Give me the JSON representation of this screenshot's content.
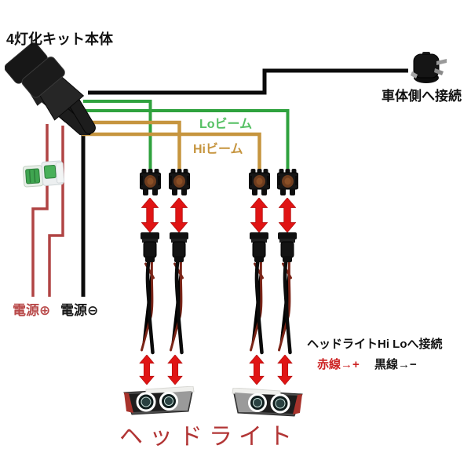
{
  "labels": {
    "kit_title": "4灯化キット本体",
    "vehicle_connect": "車体側へ接続",
    "lo_beam": "Loビーム",
    "hi_beam": "Hiビーム",
    "power_plus": "電源⊕",
    "power_minus": "電源⊖",
    "headlight_connect": "ヘッドライトHi Loへ接続",
    "red_wire_note": "赤線→+",
    "black_wire_note": "黒線→−",
    "headlight_title": "ヘッドライト"
  },
  "colors": {
    "lo_beam_wire": "#2fa23e",
    "lo_beam_text": "#55c063",
    "hi_beam_wire": "#c6953f",
    "power_red_wire": "#b04444",
    "black_wire": "#0b0b0b",
    "arrow_red": "#e01414",
    "tail_red": "#7a2417",
    "headlight_text": "#b23535",
    "plus_label_red": "#cc2222",
    "power_plus_text": "#b84848",
    "fuse_green": "#3fa550"
  },
  "icons": {
    "kit_body": "y-splitter-harness",
    "relay": "vehicle-side-relay-plug",
    "fuse": "inline-blade-fuse-holders",
    "top_connector": "bulb-socket-connector",
    "bottom_plug": "headlight-plug",
    "arrow": "red-double-arrow",
    "headlight": "projector-headlight"
  }
}
